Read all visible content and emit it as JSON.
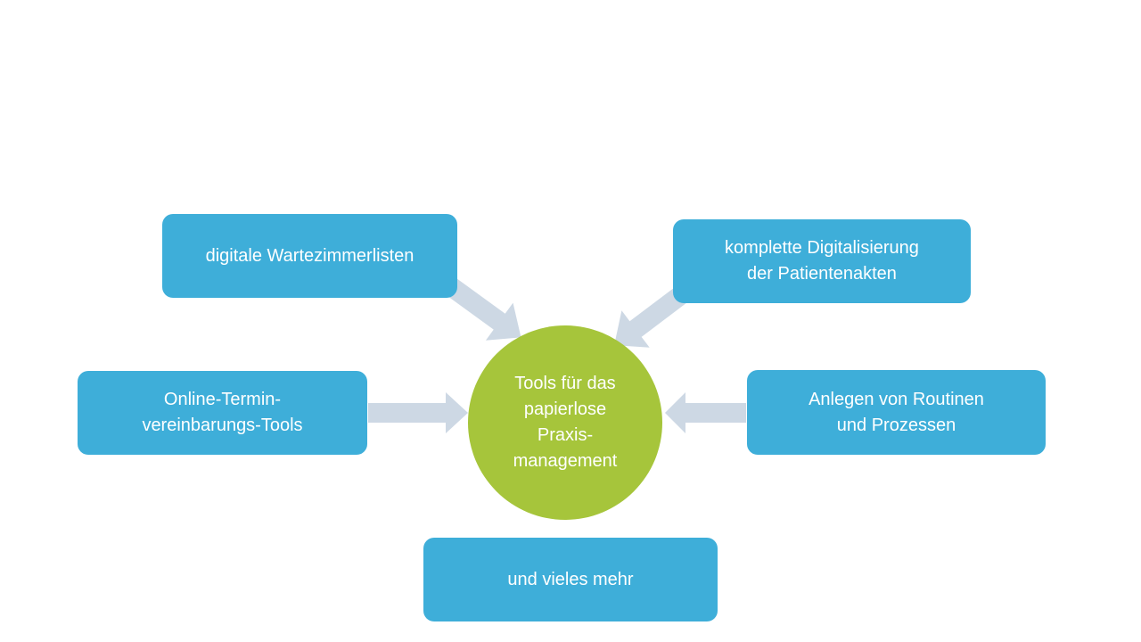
{
  "colors": {
    "box_fill": "#3eaed9",
    "center_fill": "#a6c53b",
    "arrow_fill": "#cdd8e4",
    "text": "#ffffff"
  },
  "center": {
    "label": "Tools für das\npapierlose\nPraxis-\nmanagement"
  },
  "nodes": [
    {
      "id": "wartezimmer",
      "label": "digitale Wartezimmerlisten"
    },
    {
      "id": "patientenakten",
      "label": "komplette Digitalisierung\nder Patientenakten"
    },
    {
      "id": "online-termin",
      "label": "Online-Termin-\nvereinbarungs-Tools"
    },
    {
      "id": "routinen",
      "label": "Anlegen von Routinen\nund Prozessen"
    },
    {
      "id": "mehr",
      "label": "und vieles mehr"
    }
  ]
}
